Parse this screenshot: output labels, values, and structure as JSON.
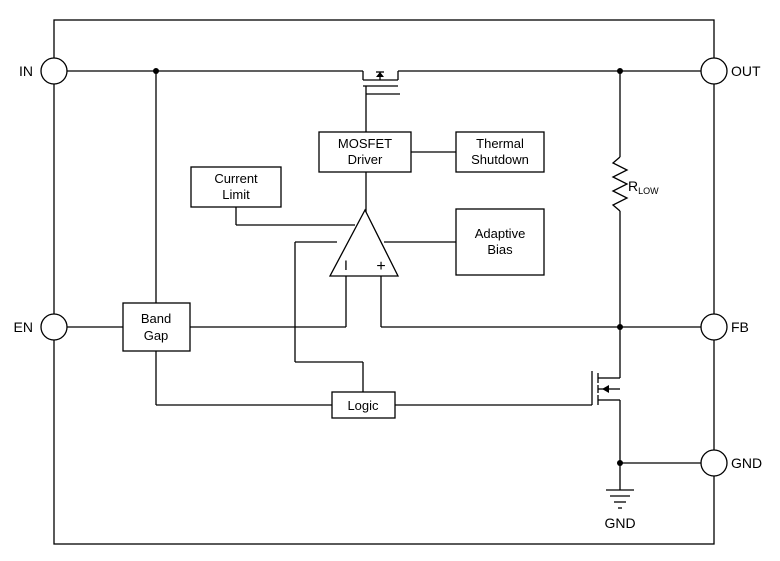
{
  "pins": {
    "in": "IN",
    "out": "OUT",
    "en": "EN",
    "fb": "FB",
    "gnd": "GND"
  },
  "blocks": {
    "mosfet_driver": [
      "MOSFET",
      "Driver"
    ],
    "thermal_shutdown": [
      "Thermal",
      "Shutdown"
    ],
    "current_limit": [
      "Current",
      "Limit"
    ],
    "adaptive_bias": [
      "Adaptive",
      "Bias"
    ],
    "band_gap": [
      "Band",
      "Gap"
    ],
    "logic": "Logic"
  },
  "opamp": {
    "inverting": "I",
    "non_inverting": "+"
  },
  "resistor": {
    "label": "R",
    "subscript": "LOW"
  },
  "ground_label": "GND"
}
